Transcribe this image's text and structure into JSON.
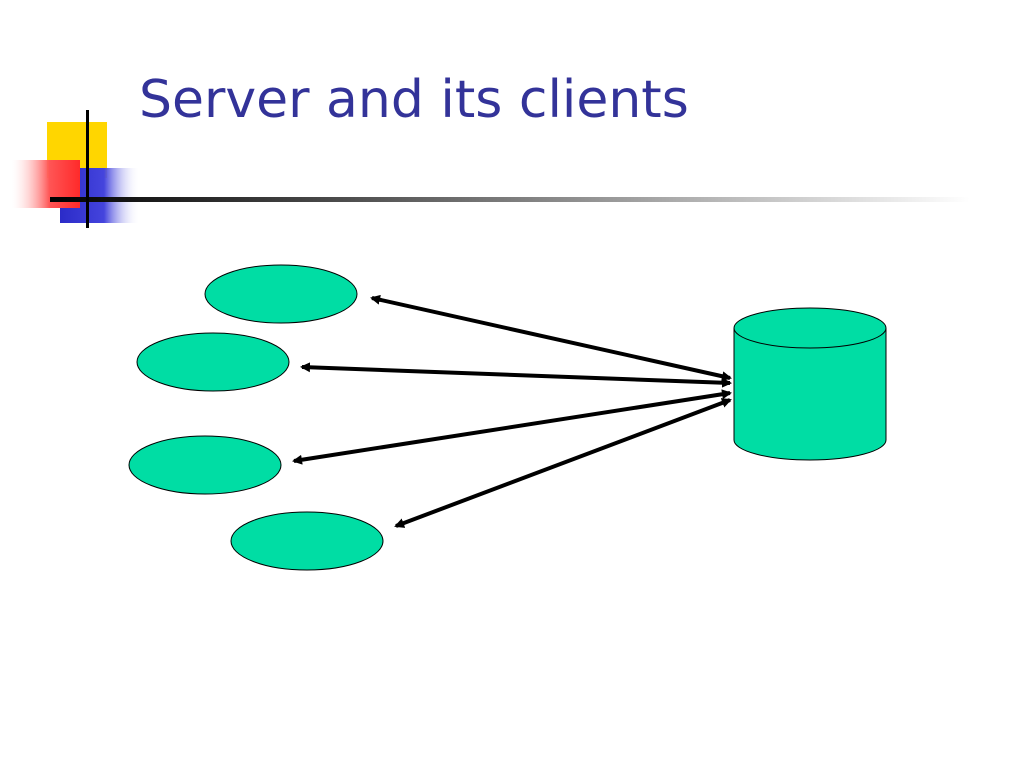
{
  "slide": {
    "title": "Server and its clients"
  },
  "diagram": {
    "clients": [
      {
        "id": "client-1"
      },
      {
        "id": "client-2"
      },
      {
        "id": "client-3"
      },
      {
        "id": "client-4"
      }
    ],
    "server": {
      "id": "server",
      "shape": "cylinder"
    },
    "connections": [
      {
        "from": "client-1",
        "to": "server",
        "direction": "bidirectional"
      },
      {
        "from": "client-2",
        "to": "server",
        "direction": "bidirectional"
      },
      {
        "from": "client-3",
        "to": "server",
        "direction": "bidirectional"
      },
      {
        "from": "client-4",
        "to": "server",
        "direction": "bidirectional"
      }
    ]
  },
  "colors": {
    "title": "#333399",
    "node_fill": "#00DDA4",
    "stroke": "#000000",
    "decor_yellow": "#FFD600",
    "decor_red": "#FF4444",
    "decor_blue": "#3333CC"
  }
}
